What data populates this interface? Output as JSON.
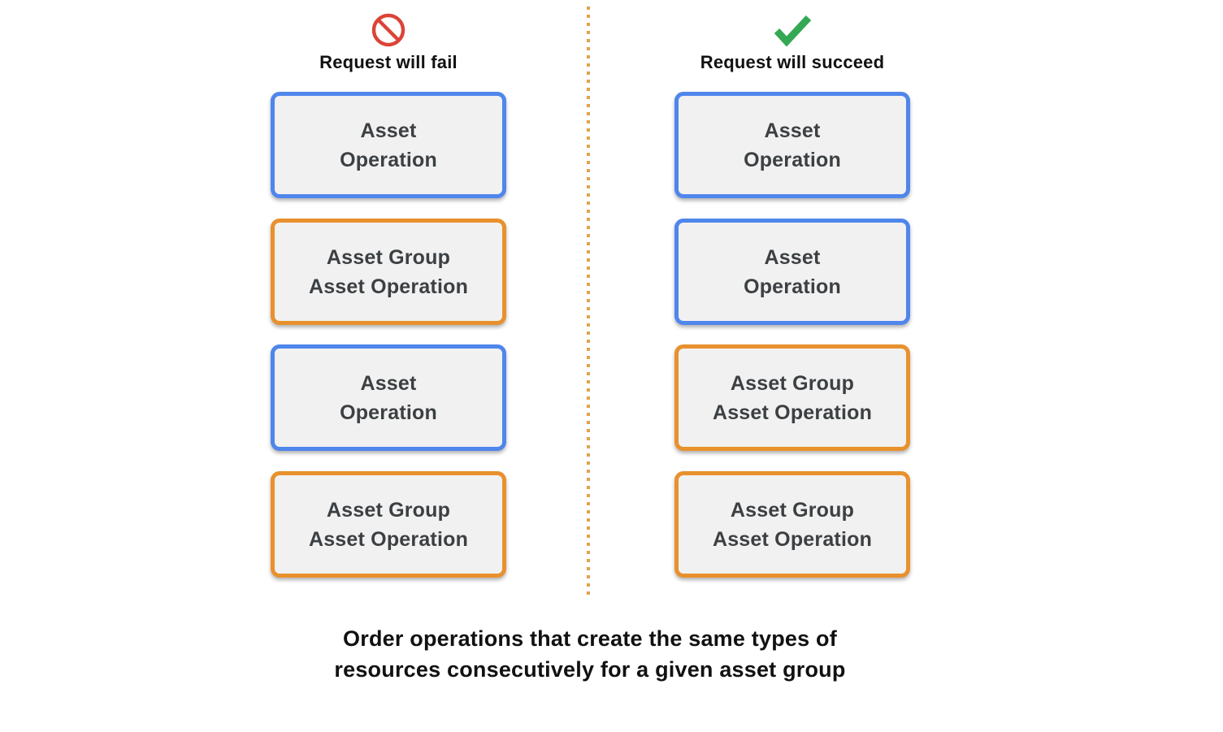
{
  "columns": [
    {
      "header": "Request will fail",
      "icon": "prohibited",
      "boxes": [
        {
          "kind": "asset-operation",
          "line1": "Asset",
          "line2": "Operation"
        },
        {
          "kind": "asset-group-asset-operation",
          "line1": "Asset Group",
          "line2": "Asset Operation"
        },
        {
          "kind": "asset-operation",
          "line1": "Asset",
          "line2": "Operation"
        },
        {
          "kind": "asset-group-asset-operation",
          "line1": "Asset Group",
          "line2": "Asset Operation"
        }
      ]
    },
    {
      "header": "Request will succeed",
      "icon": "checkmark",
      "boxes": [
        {
          "kind": "asset-operation",
          "line1": "Asset",
          "line2": "Operation"
        },
        {
          "kind": "asset-operation",
          "line1": "Asset",
          "line2": "Operation"
        },
        {
          "kind": "asset-group-asset-operation",
          "line1": "Asset Group",
          "line2": "Asset Operation"
        },
        {
          "kind": "asset-group-asset-operation",
          "line1": "Asset Group",
          "line2": "Asset Operation"
        }
      ]
    }
  ],
  "caption": {
    "line1": "Order operations that create the same types of",
    "line2": "resources consecutively for a given asset group"
  },
  "colors": {
    "asset_operation_border": "#4F86EC",
    "asset_group_border": "#E8912D",
    "fail_icon": "#DB4437",
    "succeed_icon": "#34A853",
    "box_background": "#F1F1F1",
    "box_text": "#3C4043",
    "divider_dots": "#E0A34E"
  }
}
